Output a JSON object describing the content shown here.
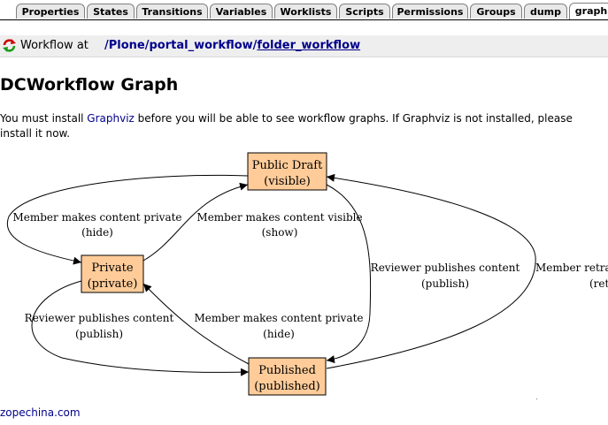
{
  "tabs": [
    {
      "label": "Properties",
      "active": false
    },
    {
      "label": "States",
      "active": false
    },
    {
      "label": "Transitions",
      "active": false
    },
    {
      "label": "Variables",
      "active": false
    },
    {
      "label": "Worklists",
      "active": false
    },
    {
      "label": "Scripts",
      "active": false
    },
    {
      "label": "Permissions",
      "active": false
    },
    {
      "label": "Groups",
      "active": false
    },
    {
      "label": "dump",
      "active": false
    },
    {
      "label": "graph",
      "active": true
    }
  ],
  "breadcrumb": {
    "icon": "workflow-refresh-icon",
    "prefix": "Workflow at",
    "path": [
      "/Plone",
      "/portal_workflow",
      "/",
      "folder_workflow"
    ]
  },
  "page": {
    "title": "DCWorkflow Graph",
    "message_before": "You must install ",
    "message_link": "Graphviz",
    "message_after": " before you will be able to see workflow graphs. If Graphviz is not installed, please install it now."
  },
  "graph": {
    "nodes": {
      "public_draft": [
        "Public Draft",
        "(visible)"
      ],
      "private": [
        "Private",
        "(private)"
      ],
      "published": [
        "Published",
        "(published)"
      ]
    },
    "edges": {
      "hide_left": [
        "Member makes content private",
        "(hide)"
      ],
      "show": [
        "Member makes content visible",
        "(show)"
      ],
      "publish_left": [
        "Reviewer publishes content",
        "(publish)"
      ],
      "hide_mid": [
        "Member makes content private",
        "(hide)"
      ],
      "publish_right": [
        "Reviewer publishes content",
        "(publish)"
      ],
      "retract": [
        "Member retrac",
        "(retr"
      ]
    },
    "node_color": "#ffcc99"
  },
  "footer": {
    "text": "zopechina.com"
  }
}
